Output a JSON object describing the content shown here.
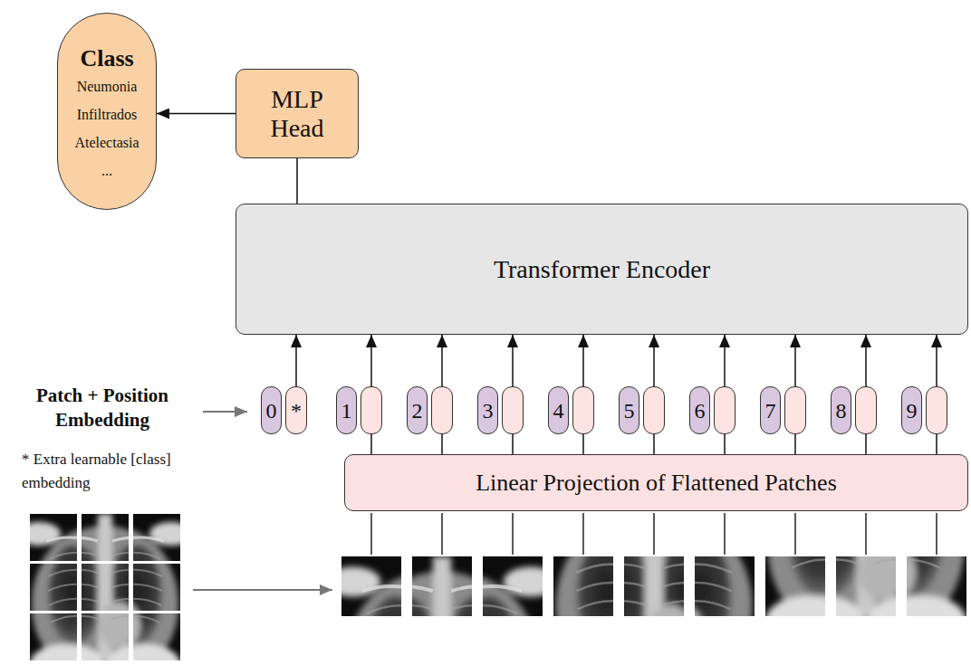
{
  "diagram": {
    "nodes": [
      {
        "text": [
          "Class",
          "Neumonia",
          "Infiltrados",
          "Atelectasia",
          "..."
        ]
      },
      {
        "text": [
          "MLP Head"
        ]
      },
      {
        "text": [
          "Transformer Encoder"
        ]
      },
      {
        "text": [
          "0",
          "*"
        ]
      },
      {
        "text": [
          "1"
        ]
      },
      {
        "text": [
          "2"
        ]
      },
      {
        "text": [
          "3"
        ]
      },
      {
        "text": [
          "4"
        ]
      },
      {
        "text": [
          "5"
        ]
      },
      {
        "text": [
          "6"
        ]
      },
      {
        "text": [
          "7"
        ]
      },
      {
        "text": [
          "8"
        ]
      },
      {
        "text": [
          "9"
        ]
      },
      {
        "text": [
          "Linear Projection of Flattened Patches"
        ]
      }
    ],
    "edges": [
      {
        "from": 1,
        "to": 0,
        "arrow": "to"
      },
      {
        "from": 2,
        "to": 1,
        "arrow": "none"
      },
      {
        "from": 3,
        "to": 2,
        "arrow": "to"
      },
      {
        "from": 4,
        "to": 2,
        "arrow": "to"
      },
      {
        "from": 5,
        "to": 2,
        "arrow": "to"
      },
      {
        "from": 6,
        "to": 2,
        "arrow": "to"
      },
      {
        "from": 7,
        "to": 2,
        "arrow": "to"
      },
      {
        "from": 8,
        "to": 2,
        "arrow": "to"
      },
      {
        "from": 9,
        "to": 2,
        "arrow": "to"
      },
      {
        "from": 10,
        "to": 2,
        "arrow": "to"
      },
      {
        "from": 11,
        "to": 2,
        "arrow": "to"
      },
      {
        "from": 12,
        "to": 2,
        "arrow": "to"
      },
      {
        "from": 13,
        "to": 4,
        "arrow": "none"
      },
      {
        "from": 13,
        "to": 5,
        "arrow": "none"
      },
      {
        "from": 13,
        "to": 6,
        "arrow": "none"
      },
      {
        "from": 13,
        "to": 7,
        "arrow": "none"
      },
      {
        "from": 13,
        "to": 8,
        "arrow": "none"
      },
      {
        "from": 13,
        "to": 9,
        "arrow": "none"
      },
      {
        "from": 13,
        "to": 10,
        "arrow": "none"
      },
      {
        "from": 13,
        "to": 11,
        "arrow": "none"
      },
      {
        "from": 13,
        "to": 12,
        "arrow": "none"
      }
    ],
    "labels": [
      "Patch + Position Embedding",
      "* Extra learnable [class] embedding"
    ]
  }
}
